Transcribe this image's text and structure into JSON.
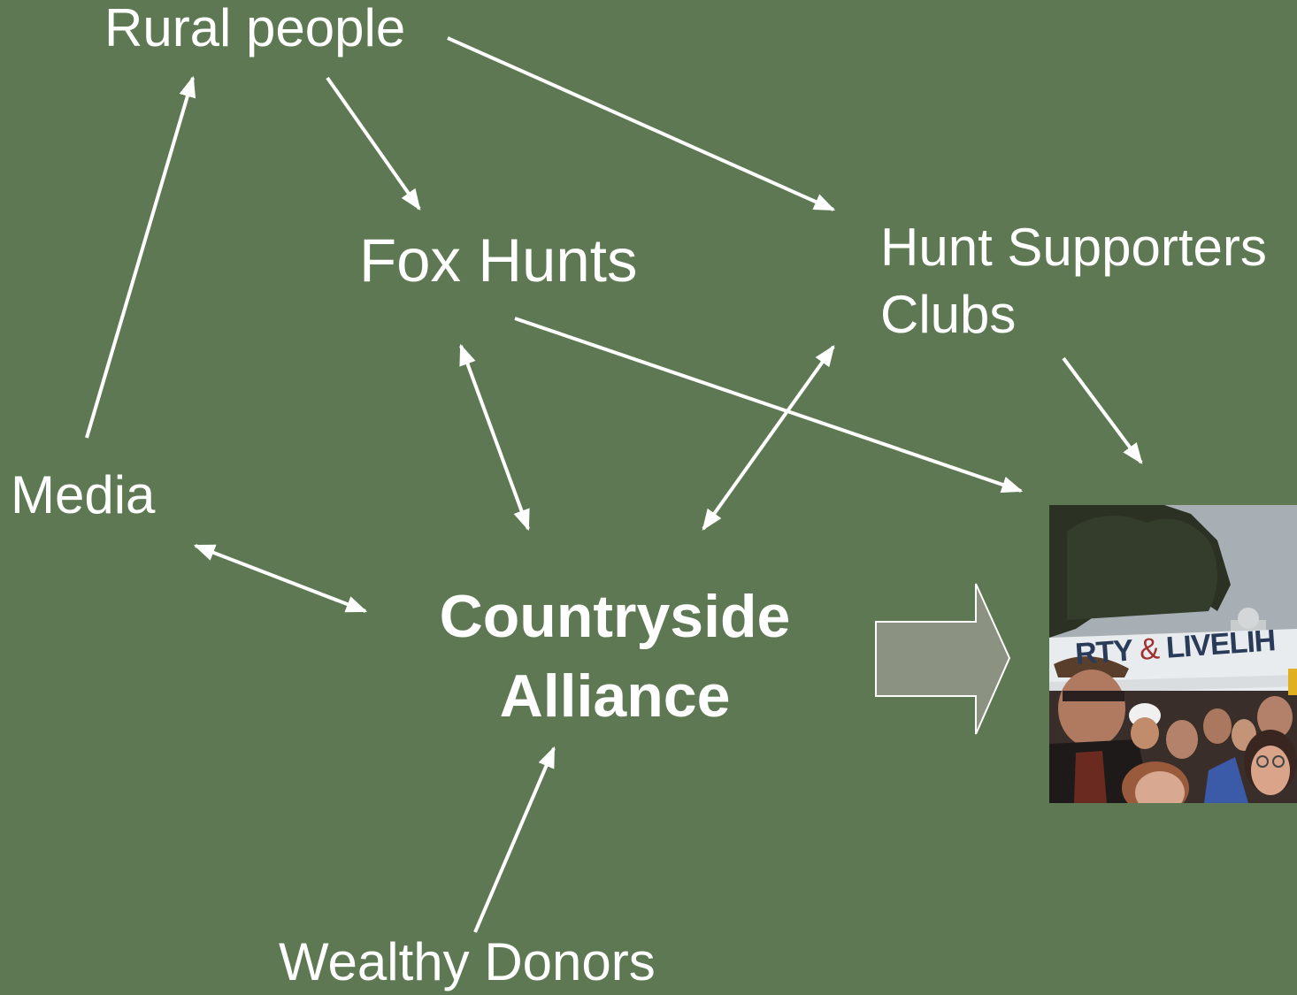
{
  "colors": {
    "background": "#5e7853",
    "text": "#ffffff",
    "connector": "#ffffff",
    "big_arrow_fill": "#8c9282",
    "big_arrow_stroke": "#ffffff"
  },
  "nodes": {
    "rural_people": "Rural people",
    "fox_hunts": "Fox Hunts",
    "hunt_supporters_line1": "Hunt Supporters",
    "hunt_supporters_line2": "Clubs",
    "media": "Media",
    "countryside_alliance_line1": "Countryside",
    "countryside_alliance_line2": "Alliance",
    "wealthy_donors": "Wealthy Donors"
  },
  "edges": [
    {
      "from": "Rural people",
      "to": "Fox Hunts"
    },
    {
      "from": "Rural people",
      "to": "Hunt Supporters Clubs"
    },
    {
      "from": "Media",
      "to": "Rural people"
    },
    {
      "from": "Fox Hunts",
      "to": "Countryside Alliance",
      "bidirectional": true
    },
    {
      "from": "Fox Hunts",
      "to": "photo"
    },
    {
      "from": "Hunt Supporters Clubs",
      "to": "Countryside Alliance",
      "bidirectional": true
    },
    {
      "from": "Hunt Supporters Clubs",
      "to": "photo"
    },
    {
      "from": "Media",
      "to": "Countryside Alliance",
      "bidirectional": true
    },
    {
      "from": "Wealthy Donors",
      "to": "Countryside Alliance"
    },
    {
      "from": "Countryside Alliance",
      "to": "photo",
      "style": "block-arrow"
    }
  ],
  "photo": {
    "banner_main": "RTY",
    "banner_amp": "&",
    "banner_tail": "LIVELIH"
  }
}
